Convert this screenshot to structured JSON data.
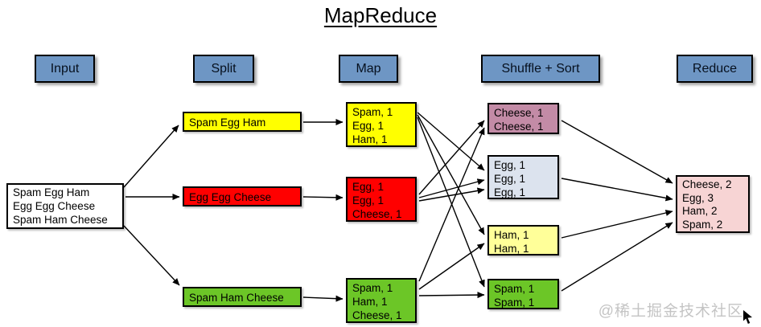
{
  "title": "MapReduce",
  "watermark": "@稀土掘金技术社区",
  "colors": {
    "header_fill": "#6e96c4",
    "yellow": "#ffff00",
    "red": "#ff0000",
    "green": "#6cc627",
    "mauve": "#c38ba6",
    "pale_blue": "#dce3ee",
    "pale_yellow": "#ffff99",
    "pink": "#f7d4d4",
    "white": "#ffffff"
  },
  "headers": {
    "input": "Input",
    "split": "Split",
    "map": "Map",
    "shuffle": "Shuffle + Sort",
    "reduce": "Reduce"
  },
  "nodes": {
    "input_data": {
      "text": "Spam Egg Ham\nEgg Egg Cheese\nSpam Ham Cheese"
    },
    "split_1": {
      "text": "Spam Egg Ham"
    },
    "split_2": {
      "text": "Egg Egg Cheese"
    },
    "split_3": {
      "text": "Spam Ham Cheese"
    },
    "map_1": {
      "text": "Spam, 1\nEgg, 1\nHam, 1"
    },
    "map_2": {
      "text": "Egg, 1\nEgg, 1\nCheese, 1"
    },
    "map_3": {
      "text": "Spam, 1\nHam, 1\nCheese, 1"
    },
    "shuffle_cheese": {
      "text": "Cheese, 1\nCheese, 1"
    },
    "shuffle_egg": {
      "text": "Egg, 1\nEgg, 1\nEgg, 1"
    },
    "shuffle_ham": {
      "text": "Ham, 1\nHam, 1"
    },
    "shuffle_spam": {
      "text": "Spam, 1\nSpam, 1"
    },
    "reduce_out": {
      "text": "Cheese, 2\nEgg, 3\nHam, 2\nSpam, 2"
    }
  },
  "edges": [
    {
      "from": "input-data",
      "to": "split-1"
    },
    {
      "from": "input-data",
      "to": "split-2"
    },
    {
      "from": "input-data",
      "to": "split-3"
    },
    {
      "from": "split-1",
      "to": "map-1"
    },
    {
      "from": "split-2",
      "to": "map-2"
    },
    {
      "from": "split-3",
      "to": "map-3"
    },
    {
      "from": "map-1",
      "to": "shuffle-egg"
    },
    {
      "from": "map-1",
      "to": "shuffle-ham"
    },
    {
      "from": "map-1",
      "to": "shuffle-spam"
    },
    {
      "from": "map-2",
      "to": "shuffle-cheese"
    },
    {
      "from": "map-2",
      "to": "shuffle-egg"
    },
    {
      "from": "map-2",
      "to": "shuffle-egg"
    },
    {
      "from": "map-3",
      "to": "shuffle-cheese"
    },
    {
      "from": "map-3",
      "to": "shuffle-ham"
    },
    {
      "from": "map-3",
      "to": "shuffle-spam"
    },
    {
      "from": "shuffle-cheese",
      "to": "reduce-out"
    },
    {
      "from": "shuffle-egg",
      "to": "reduce-out"
    },
    {
      "from": "shuffle-ham",
      "to": "reduce-out"
    },
    {
      "from": "shuffle-spam",
      "to": "reduce-out"
    }
  ]
}
